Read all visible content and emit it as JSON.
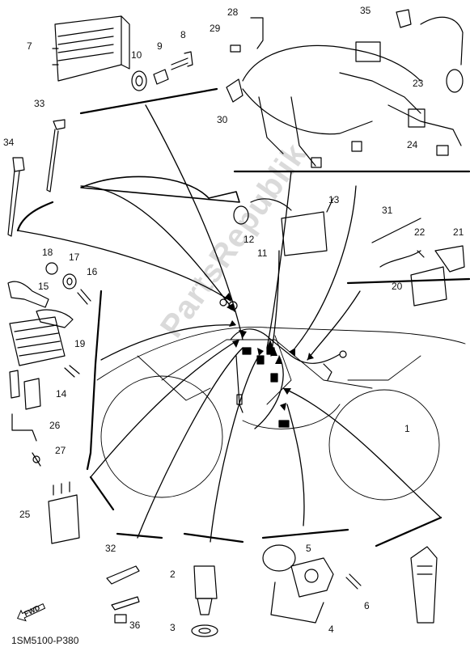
{
  "diagram": {
    "part_code": "1SM5100-P380",
    "watermark": "PartsRepublik",
    "fwd_label": "FWD",
    "callouts": {
      "c1": "1",
      "c2": "2",
      "c3": "3",
      "c4": "4",
      "c5": "5",
      "c6": "6",
      "c7": "7",
      "c8": "8",
      "c9": "9",
      "c10": "10",
      "c11": "11",
      "c12": "12",
      "c13": "13",
      "c14": "14",
      "c15": "15",
      "c16": "16",
      "c17": "17",
      "c18": "18",
      "c19": "19",
      "c20": "20",
      "c21": "21",
      "c22": "22",
      "c23": "23",
      "c24": "24",
      "c25": "25",
      "c26": "26",
      "c27": "27",
      "c28": "28",
      "c29": "29",
      "c30": "30",
      "c31": "31",
      "c32": "32",
      "c33": "33",
      "c34": "34",
      "c35": "35",
      "c36": "36"
    }
  }
}
